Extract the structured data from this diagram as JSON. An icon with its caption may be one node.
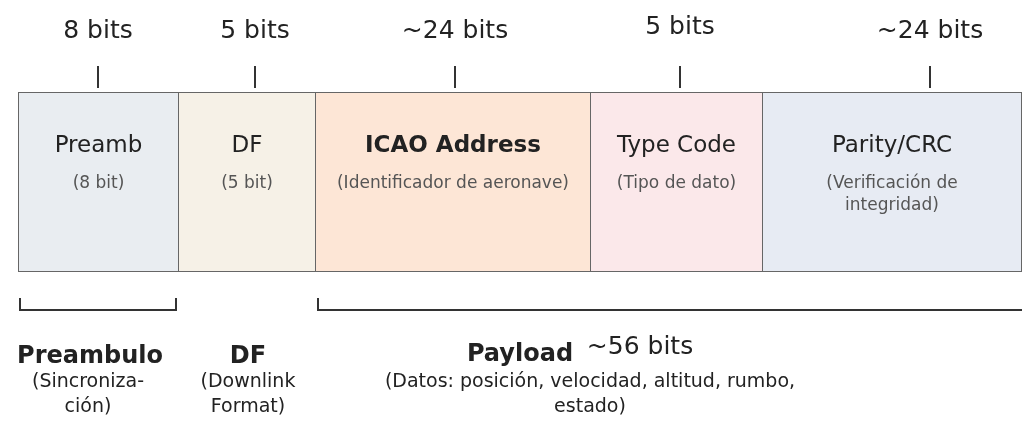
{
  "diagram": {
    "nodes": [
      {
        "text": [
          "Preamb",
          "(8 bit)"
        ]
      },
      {
        "text": [
          "DF",
          "(5 bit)"
        ]
      },
      {
        "text": [
          "ICAO Address",
          "(Identificador de aeronave)"
        ]
      },
      {
        "text": [
          "Type Code",
          "(Tipo de dato)"
        ]
      },
      {
        "text": [
          "Parity/CRC",
          "(Verificación de integridad)"
        ]
      }
    ],
    "edges": [],
    "labels": [
      "8 bits",
      "5 bits",
      "~24 bits",
      "5 bits",
      "~24 bits",
      "Preambulo",
      "DF",
      "Payload",
      "~56 bits",
      "(Sincroniza- ción)",
      "(Downlink Format)",
      "(Datos: posición, velocidad, altitud, rumbo, estado)"
    ]
  }
}
